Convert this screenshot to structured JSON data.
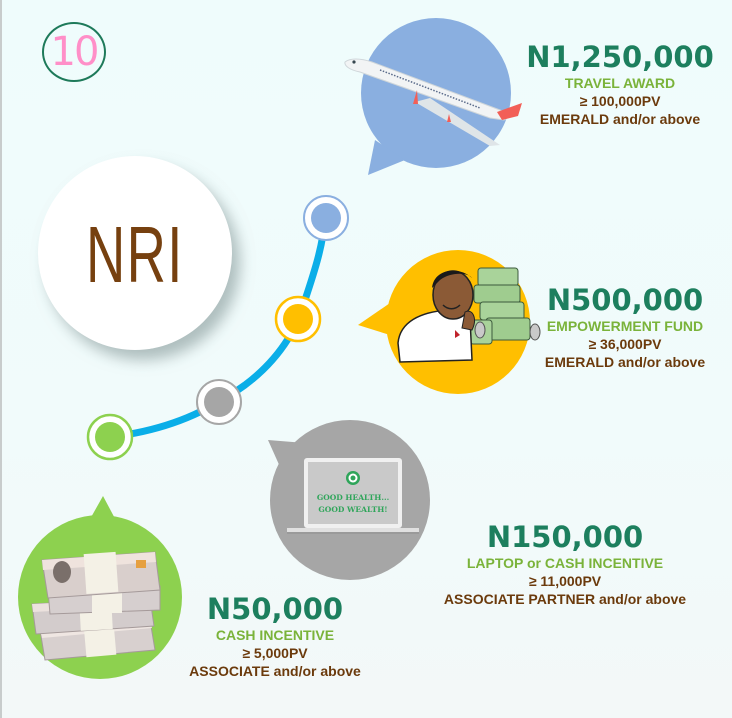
{
  "page": {
    "number": "10",
    "title": "NRI"
  },
  "colors": {
    "background": "#effcfc",
    "amount": "#1d7f5e",
    "award_title": "#7ab33a",
    "details": "#6b3a0c",
    "nri_text": "#76400f",
    "badge_number": "#ff8fc8",
    "badge_ring": "#1e7a5a",
    "timeline_line": "#0aaee8",
    "node_blue": "#8aafe0",
    "node_yellow": "#ffbf00",
    "node_gray": "#a6a6a6",
    "node_green": "#8dd14f"
  },
  "awards": [
    {
      "id": "travel",
      "amount": "N1,250,000",
      "title": "TRAVEL AWARD",
      "pv": "≥ 100,000PV",
      "rank": "EMERALD and/or above",
      "icon": "airplane-icon",
      "bubble_color": "#8aafe0"
    },
    {
      "id": "empowerment",
      "amount": "N500,000",
      "title": "EMPOWERMENT FUND",
      "pv": "≥ 36,000PV",
      "rank": "EMERALD and/or above",
      "icon": "man-with-money-icon",
      "bubble_color": "#ffbf00"
    },
    {
      "id": "laptop",
      "amount": "N150,000",
      "title": "LAPTOP or CASH INCENTIVE",
      "pv": "≥ 11,000PV",
      "rank": "ASSOCIATE PARTNER and/or above",
      "icon": "laptop-icon",
      "bubble_color": "#a6a6a6",
      "screen_text": [
        "GOOD HEALTH...",
        "GOOD WEALTH!"
      ]
    },
    {
      "id": "cash",
      "amount": "N50,000",
      "title": "CASH INCENTIVE",
      "pv": "≥ 5,000PV",
      "rank": "ASSOCIATE and/or above",
      "icon": "cash-stack-icon",
      "bubble_color": "#8dd14f"
    }
  ]
}
